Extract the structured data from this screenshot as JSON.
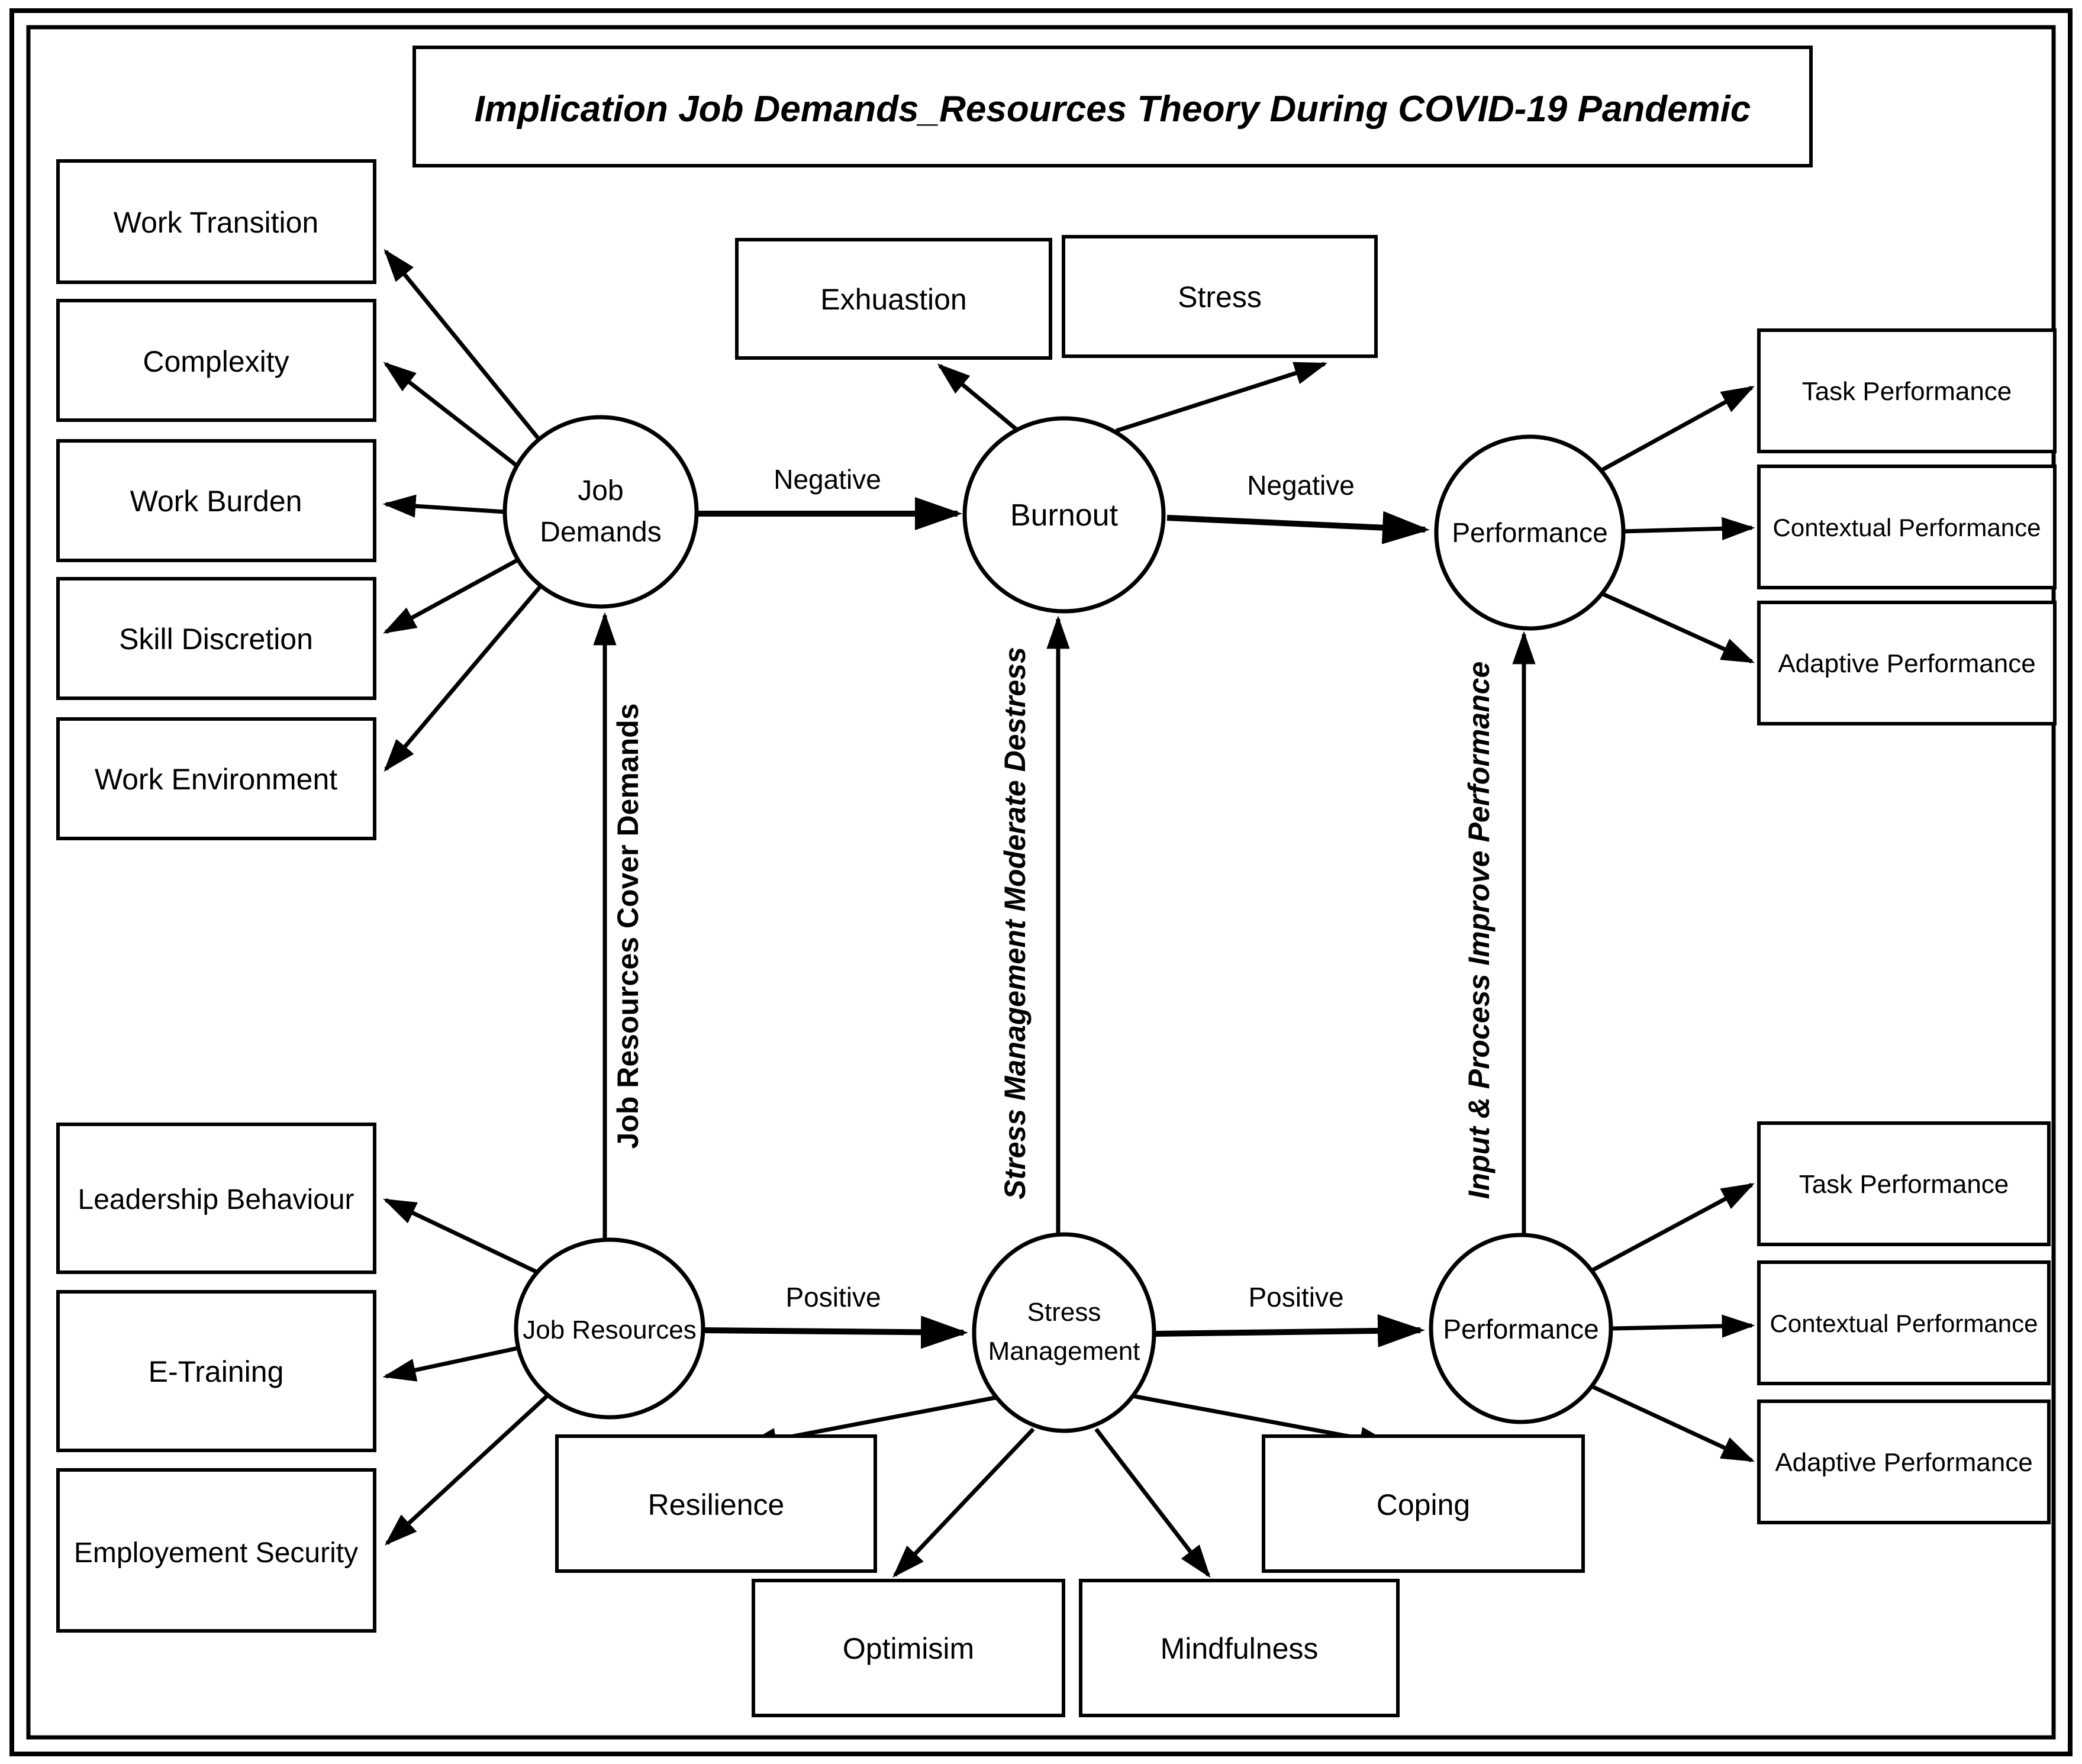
{
  "figure": {
    "title": "Implication Job Demands_Resources Theory During COVID-19 Pandemic"
  },
  "nodes": {
    "job_demands": {
      "line1": "Job",
      "line2": "Demands"
    },
    "burnout": {
      "label": "Burnout"
    },
    "performance_top": {
      "label": "Performance"
    },
    "job_resources": {
      "label": "Job Resources"
    },
    "stress_management": {
      "line1": "Stress",
      "line2": "Management"
    },
    "performance_bottom": {
      "label": "Performance"
    }
  },
  "boxes": {
    "job_demands_indicators": [
      "Work Transition",
      "Complexity",
      "Work Burden",
      "Skill Discretion",
      "Work Environment"
    ],
    "burnout_outcomes": [
      "Exhuastion",
      "Stress"
    ],
    "performance_outcomes_top": [
      "Task Performance",
      "Contextual Performance",
      "Adaptive Performance"
    ],
    "job_resources_indicators": [
      "Leadership Behaviour",
      "E-Training",
      "Employement Security"
    ],
    "stress_management_strategies": [
      "Resilience",
      "Optimisim",
      "Mindfulness",
      "Coping"
    ],
    "performance_outcomes_bottom": [
      "Task Performance",
      "Contextual Performance",
      "Adaptive Performance"
    ]
  },
  "edge_labels": {
    "job_demands_to_burnout": "Negative",
    "burnout_to_performance": "Negative",
    "job_resources_to_stress_management": "Positive",
    "stress_management_to_performance": "Positive",
    "job_resources_to_job_demands": "Job Resources Cover Demands",
    "stress_management_to_burnout": "Stress Management Moderate Destress",
    "performance_to_performance": "Input & Process Improve Performance"
  },
  "colors": {
    "ink": "#000000",
    "paper": "#ffffff"
  }
}
